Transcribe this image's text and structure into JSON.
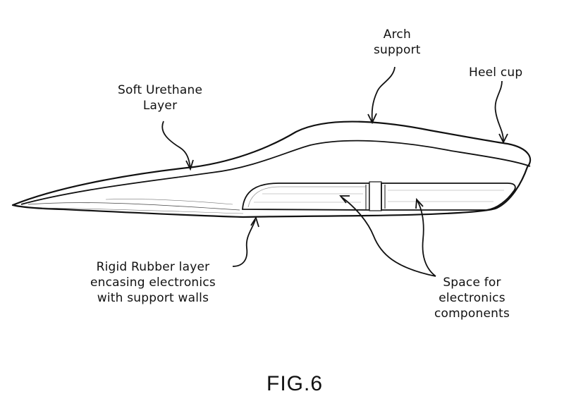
{
  "labels": {
    "arch_support": [
      "Arch",
      "support"
    ],
    "heel_cup": [
      "Heel cup"
    ],
    "soft_urethane": [
      "Soft Urethane",
      "Layer"
    ],
    "rigid_rubber": [
      "Rigid Rubber layer",
      "encasing electronics",
      "with support walls"
    ],
    "electronics_space": [
      "Space for",
      "electronics",
      "components"
    ]
  },
  "figure_label": "FIG.6"
}
